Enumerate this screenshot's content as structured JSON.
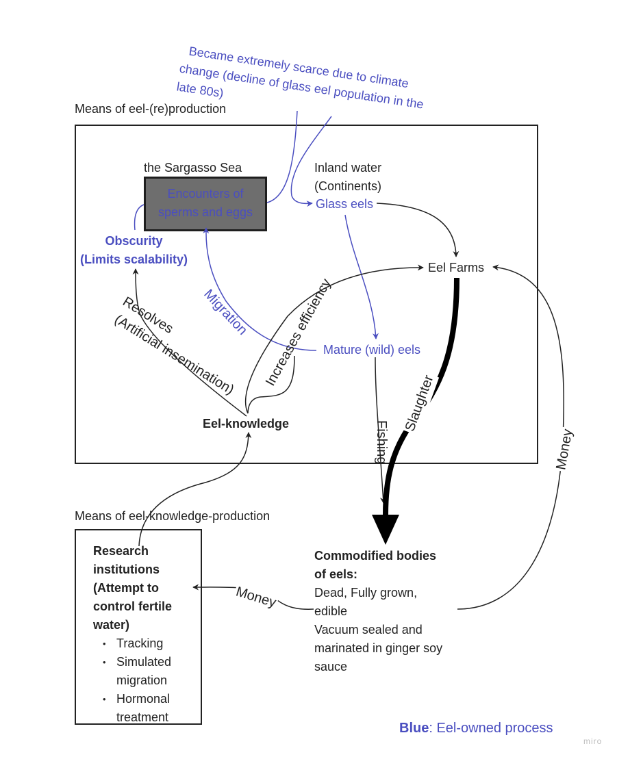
{
  "colors": {
    "eel_owned": "#4a4ec0",
    "ink": "#222222",
    "sea_fill": "#6e6e6e"
  },
  "frames": {
    "reproduction_title": "Means of eel-(re)production",
    "knowledge_title": "Means of eel-knowledge-production"
  },
  "annotation": {
    "scarcity_lines": [
      "Became extremely scarce due to climate",
      "change (decline of glass eel population in the",
      "late 80s)"
    ]
  },
  "nodes": {
    "sargasso_title": "the Sargasso Sea",
    "encounters_lines": [
      "Encounters of",
      "sperms and eggs"
    ],
    "inland_lines": [
      "Inland water",
      "(Continents)"
    ],
    "glass_eels": "Glass eels",
    "obscurity_lines": [
      "Obscurity",
      "(Limits scalability)"
    ],
    "eel_farms": "Eel Farms",
    "mature_eels": "Mature (wild) eels",
    "eel_knowledge": "Eel-knowledge",
    "commodified_title_lines": [
      "Commodified bodies",
      "of eels:"
    ],
    "commodified_desc_lines": [
      "Dead, Fully grown,",
      "edible",
      "Vacuum sealed and",
      "marinated in ginger soy",
      "sauce"
    ],
    "research_title_lines": [
      "Research",
      "institutions",
      "(Attempt to",
      "control fertile",
      "water)"
    ],
    "research_items": [
      "Tracking",
      "Simulated migration",
      "Hormonal treatment"
    ]
  },
  "edges": {
    "migration": "Migration",
    "resolves": "Resolves",
    "artificial_insemination": "(Artificial insemination)",
    "increases_efficiency": "Increases efficiency",
    "fishing": "Fishing",
    "slaughter": "Slaughter",
    "money_right": "Money",
    "money_bottom": "Money"
  },
  "legend": {
    "key": "Blue",
    "text": ": Eel-owned process"
  },
  "watermark": "miro"
}
